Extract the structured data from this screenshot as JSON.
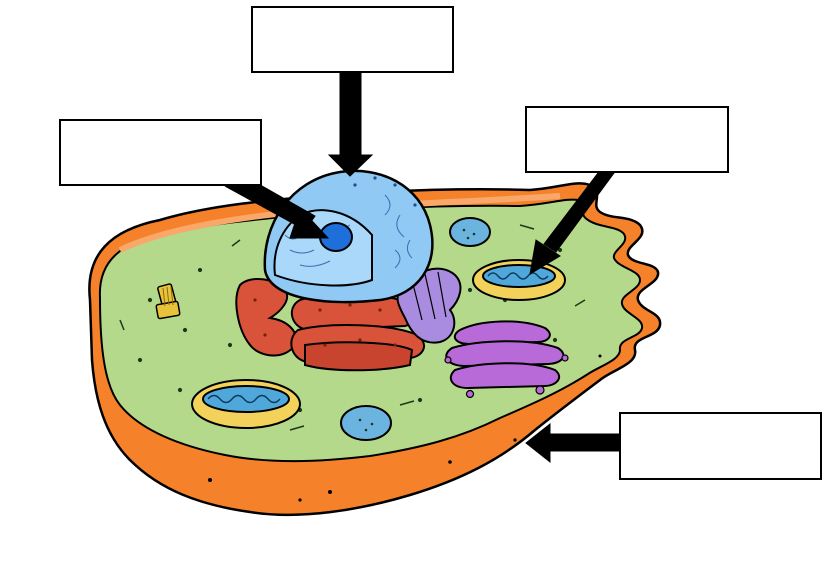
{
  "diagram": {
    "subject": "animal-cell",
    "label_boxes": [
      {
        "id": "top",
        "text": "",
        "points_to": "nucleus"
      },
      {
        "id": "left",
        "text": "",
        "points_to": "nucleolus"
      },
      {
        "id": "right",
        "text": "",
        "points_to": "mitochondrion"
      },
      {
        "id": "bottom",
        "text": "",
        "points_to": "cell-membrane"
      }
    ]
  },
  "colors": {
    "membrane": "#F5822A",
    "membrane_inner": "#F9A86A",
    "cytoplasm": "#B5D98A",
    "nucleus": "#8FC9F4",
    "nucleolus": "#1E6FD9",
    "rough_er": "#D9533A",
    "golgi": "#B86BD8",
    "smooth_er": "#A98BE0",
    "mitochondrion_outer": "#F2D25A",
    "mitochondrion_inner": "#4FA8D9",
    "vesicle": "#6BB4E0",
    "centriole": "#E8C23A",
    "arrow": "#000000"
  }
}
